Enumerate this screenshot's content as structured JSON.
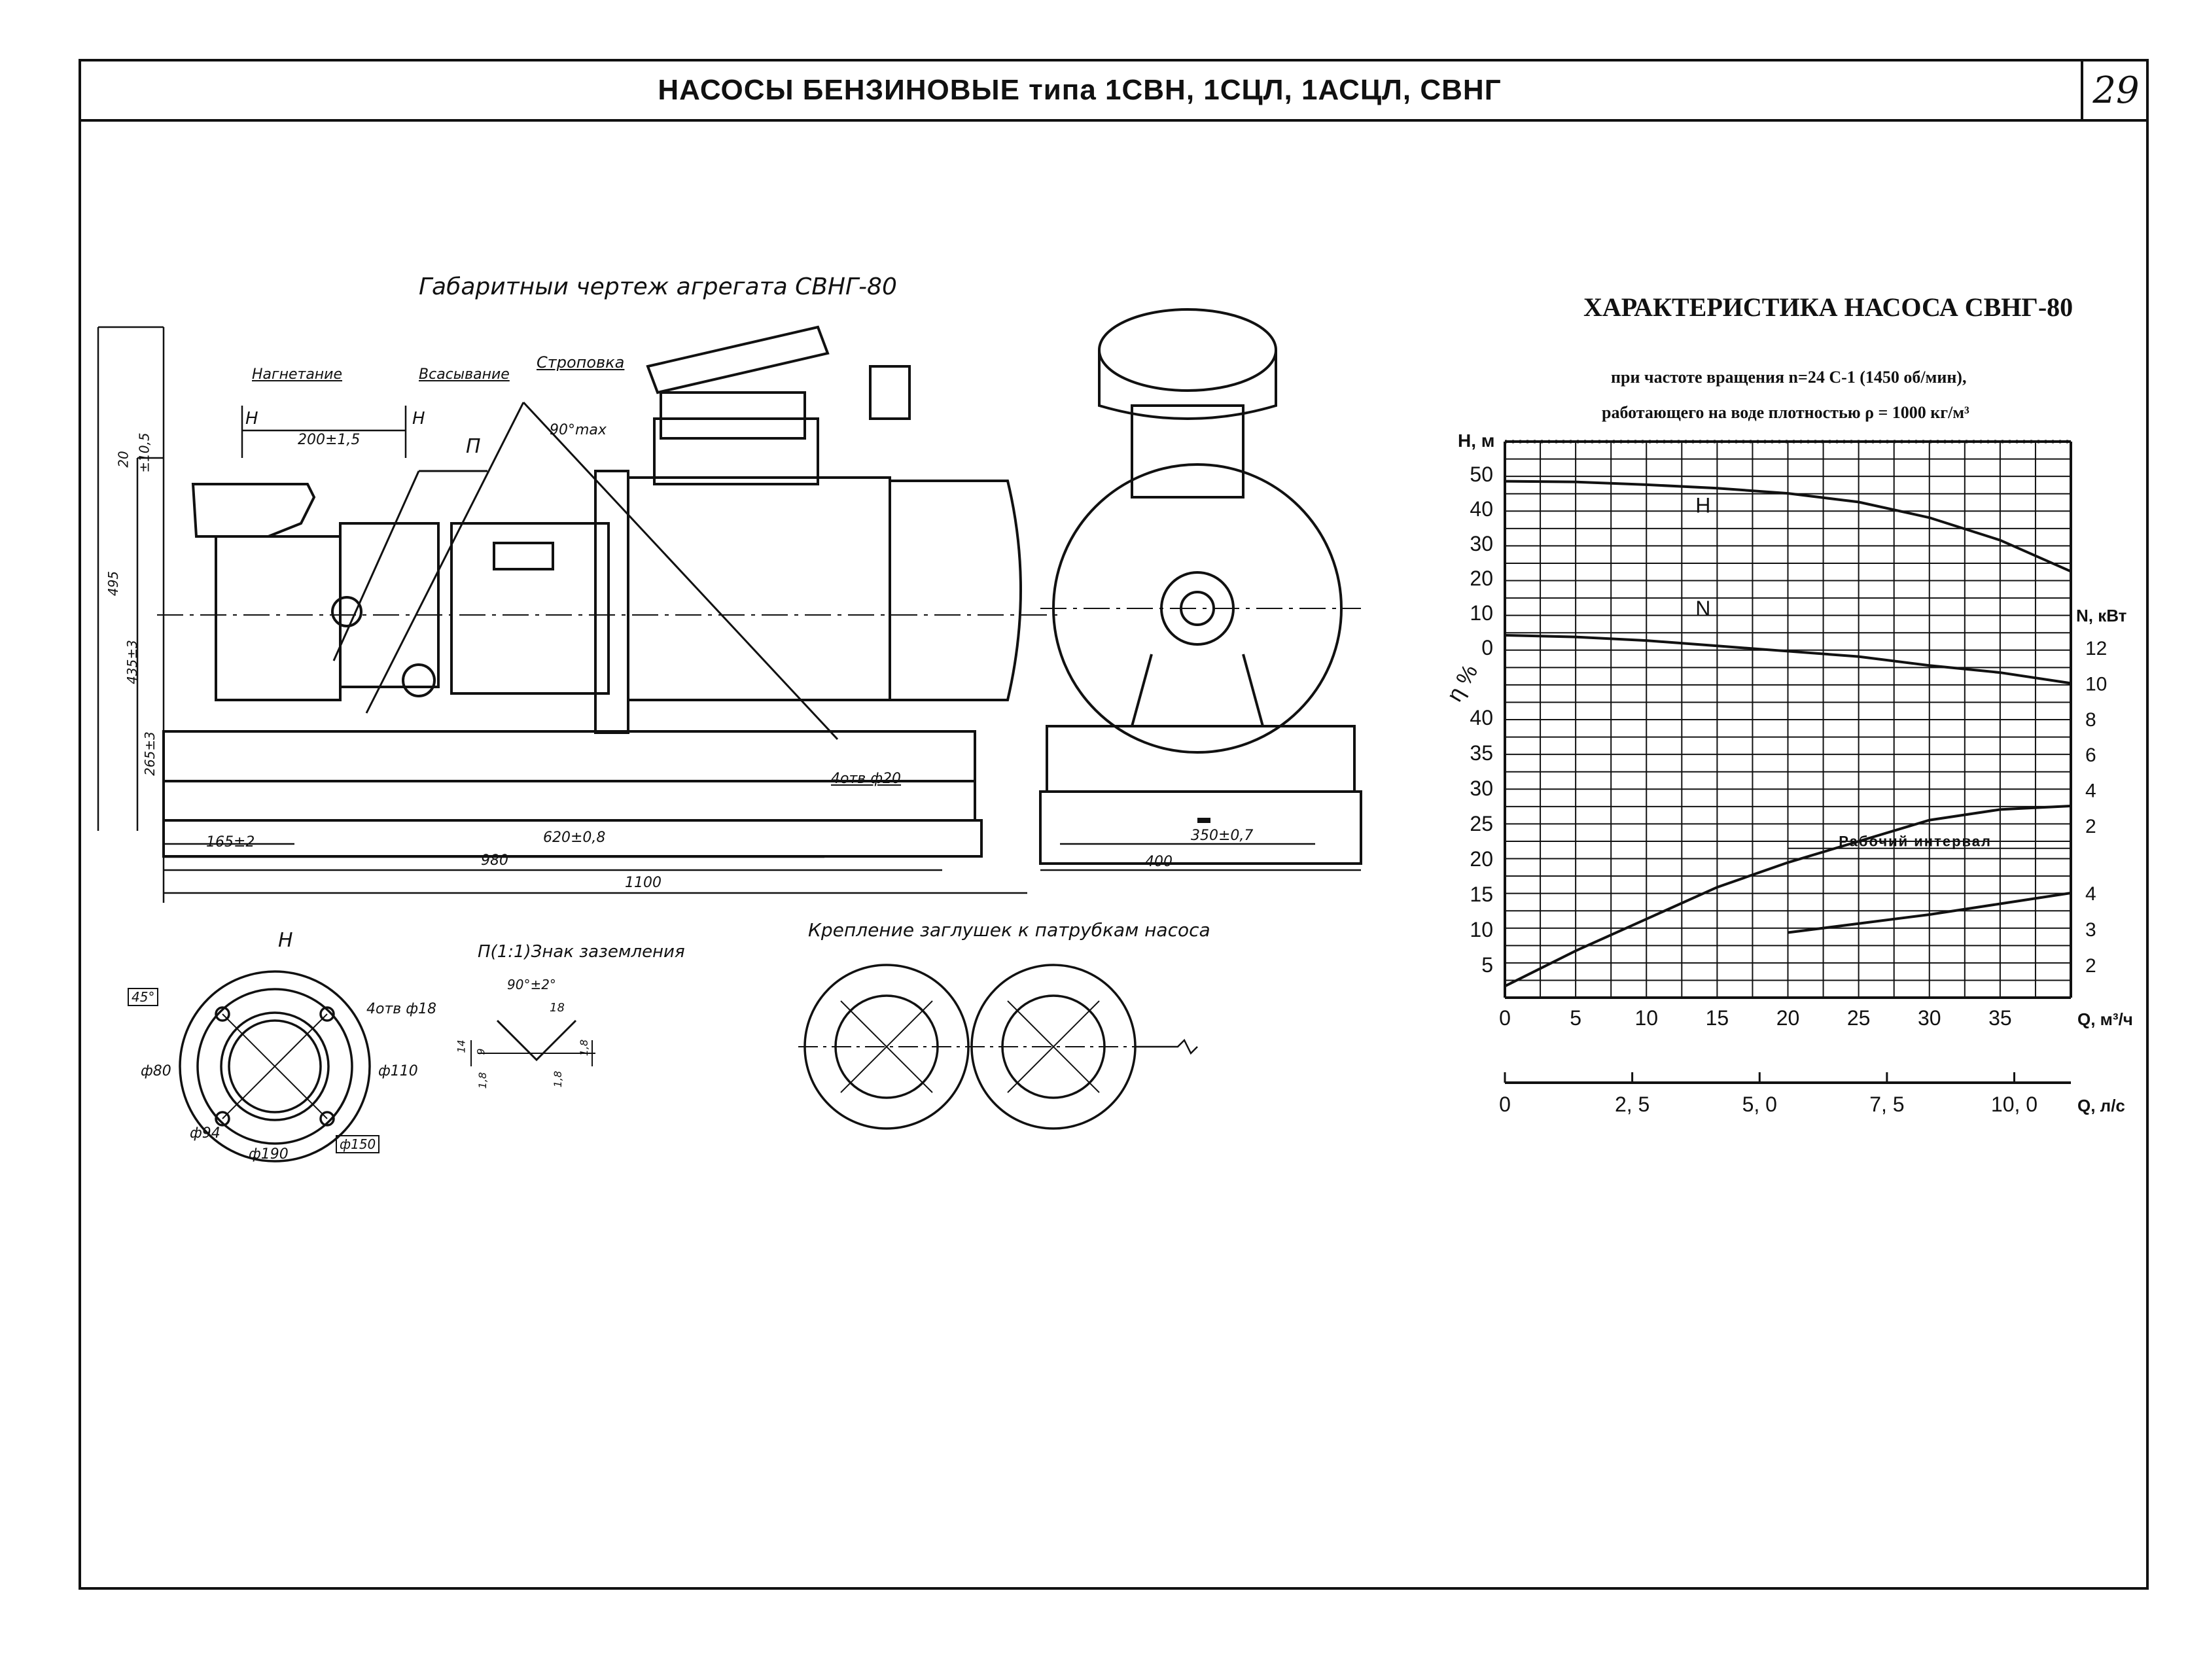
{
  "sheet": {
    "title": "НАСОСЫ БЕНЗИНОВЫЕ типа 1СВН, 1СЦЛ, 1АСЦЛ, СВНГ",
    "page_number": "29"
  },
  "drawing": {
    "caption": "Габаритныи чертеж агрегата СВНГ-80",
    "labels": {
      "discharge": "Нагнетание",
      "suction": "Всасывание",
      "slinging": "Строповка",
      "h1": "Н",
      "h2": "Н",
      "p": "П",
      "angle": "90°max",
      "d200": "200±1,5",
      "d20": "20",
      "d10": "±10,5",
      "d495": "495",
      "d435": "435±3",
      "d265": "265±3",
      "holes": "4отв ф20",
      "d165": "165±2",
      "d620": "620±0,8",
      "d980": "980",
      "d1100": "1100",
      "d350": "350±0,7",
      "d400": "400"
    }
  },
  "detail_h": {
    "title": "Н",
    "angle": "45°",
    "holes": "4отв ф18",
    "d80": "ф80",
    "d110": "ф110",
    "d94": "ф94",
    "d190": "ф190",
    "d150": "ф150"
  },
  "detail_p": {
    "title": "П(1:1)Знак заземления",
    "angle": "90°±2°",
    "d18a": "18",
    "d14": "14",
    "d9": "9",
    "d18b": "1,8",
    "d18c": "1,8",
    "d18d": "1,8"
  },
  "detail_caps": {
    "title": "Крепление заглушек к патрубкам насоса"
  },
  "chart_heading": {
    "title": "ХАРАКТЕРИСТИКА НАСОСА СВНГ-80",
    "line1": "при частоте вращения n=24 С-1 (1450 об/мин),",
    "line2": "работающего на воде плотностью ρ = 1000 кг/м³"
  },
  "chart_data": {
    "type": "line",
    "x_axis": {
      "label": "Q, м³/ч",
      "range": [
        0,
        40
      ],
      "ticks": [
        0,
        5,
        10,
        15,
        20,
        25,
        30,
        35
      ]
    },
    "x2_axis": {
      "label": "Q, л/с",
      "ticks": [
        "0",
        "2, 5",
        "5, 0",
        "7, 5",
        "10, 0"
      ]
    },
    "left_axis_H": {
      "label": "Н, м",
      "ticks": [
        0,
        10,
        20,
        30,
        40,
        50
      ]
    },
    "left_axis_eta": {
      "label": "η %",
      "ticks": [
        5,
        10,
        15,
        20,
        25,
        30,
        35,
        40
      ]
    },
    "right_axis_N": {
      "label": "N, кВт",
      "ticks": [
        2,
        4,
        6,
        8,
        10,
        12
      ]
    },
    "right_axis_lower": {
      "ticks": [
        2,
        3,
        4
      ]
    },
    "curve_labels": {
      "H": "Н",
      "N": "N",
      "working": "Рабочий интервал"
    },
    "series": [
      {
        "name": "Н",
        "x": [
          0,
          5,
          10,
          15,
          20,
          25,
          30,
          35,
          40
        ],
        "y": [
          48,
          47.8,
          47,
          46,
          44.5,
          42,
          37.5,
          31,
          22
        ]
      },
      {
        "name": "N",
        "x": [
          0,
          5,
          10,
          15,
          20,
          25,
          30,
          35,
          40
        ],
        "y": [
          12.7,
          12.6,
          12.4,
          12.1,
          11.8,
          11.5,
          11,
          10.6,
          10
        ]
      },
      {
        "name": "η",
        "x": [
          0,
          5,
          10,
          15,
          20,
          25,
          30,
          35,
          40
        ],
        "y": [
          2,
          7,
          11.5,
          16,
          19.5,
          22.5,
          25.5,
          27,
          27.5
        ]
      },
      {
        "x": [
          20,
          25,
          30,
          35,
          40
        ],
        "y": [
          2.9,
          3.15,
          3.4,
          3.7,
          4
        ]
      }
    ]
  }
}
